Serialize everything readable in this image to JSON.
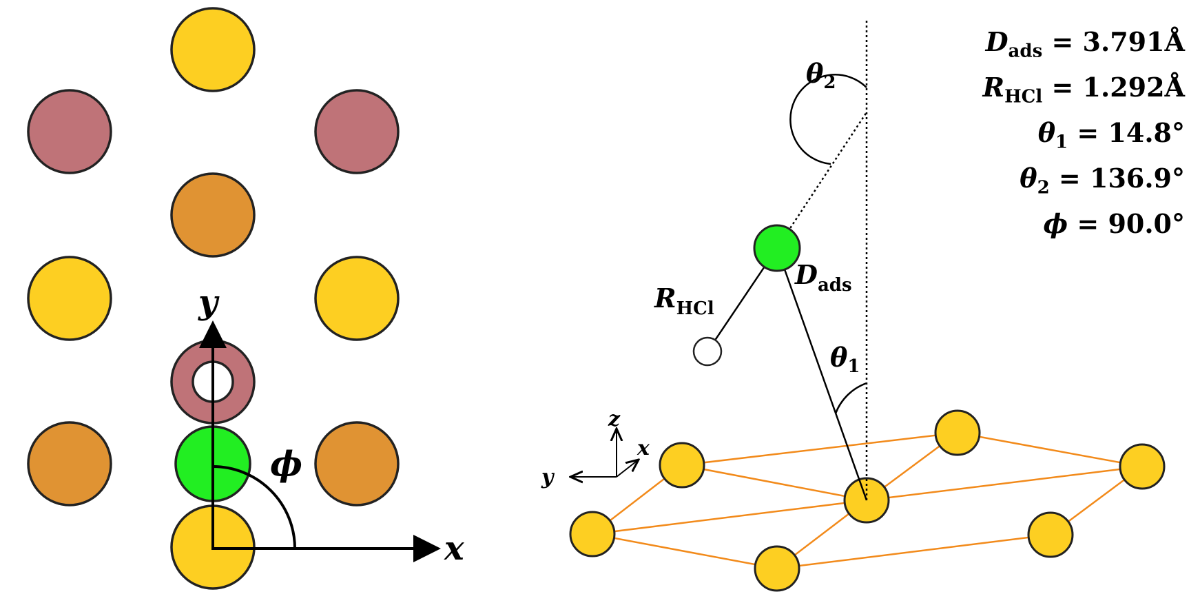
{
  "left_panel": {
    "axis_x_label": "x",
    "axis_y_label": "y",
    "angle_label": "ϕ",
    "atom_colors": {
      "yellow": "#fdcf22",
      "orange": "#e09333",
      "mauve": "#bf7378",
      "green": "#22ee22"
    }
  },
  "right_panel": {
    "label_theta1": "θ",
    "label_theta1_sub": "1",
    "label_theta2": "θ",
    "label_theta2_sub": "2",
    "label_dads": "D",
    "label_dads_sub": "ads",
    "label_rhcl": "R",
    "label_rhcl_sub": "HCl",
    "frame_z": "z",
    "frame_x": "x",
    "frame_y": "y",
    "lattice_color": "#f28a1a"
  },
  "parameters": {
    "dads_sym": "D",
    "dads_sub": "ads",
    "dads_val": " = 3.791Å",
    "rhcl_sym": "R",
    "rhcl_sub": "HCl",
    "rhcl_val": " = 1.292Å",
    "theta1_sym": "θ",
    "theta1_sub": "1",
    "theta1_val": " = 14.8°",
    "theta2_sym": "θ",
    "theta2_sub": "2",
    "theta2_val": " = 136.9°",
    "phi_sym": "ϕ",
    "phi_val": " = 90.0°"
  }
}
